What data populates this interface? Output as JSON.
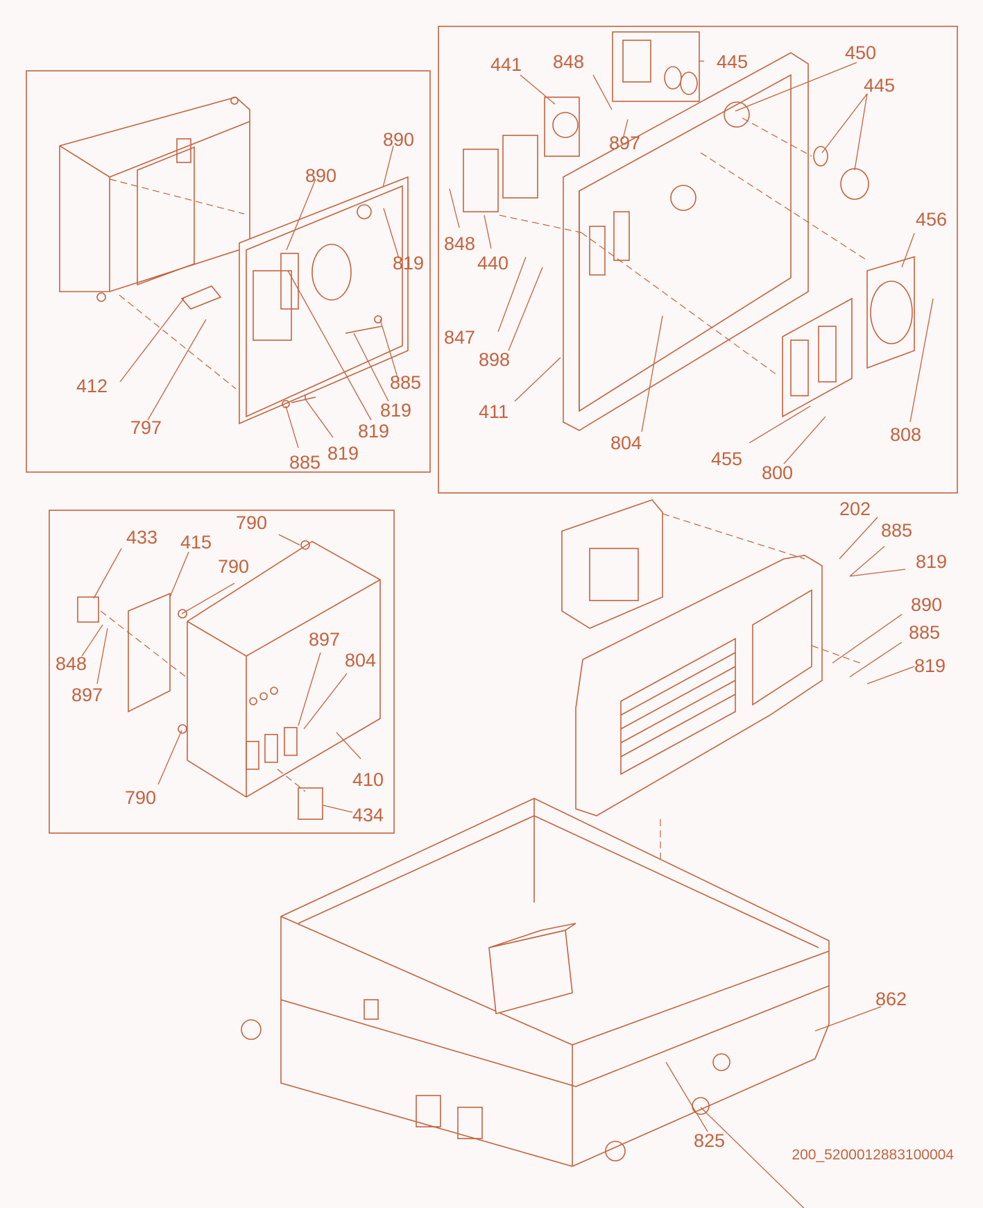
{
  "diagram": {
    "footer_code": "200_5200012883100004",
    "colors": {
      "line": "#c5623f",
      "background": "#fbf8f7"
    },
    "callouts": {
      "tl": [
        "890",
        "890",
        "819",
        "819",
        "885",
        "819",
        "885",
        "819",
        "412",
        "797"
      ],
      "tr": [
        "441",
        "848",
        "445",
        "450",
        "445",
        "897",
        "848",
        "440",
        "847",
        "898",
        "411",
        "456",
        "804",
        "808",
        "455",
        "800"
      ],
      "ml": [
        "433",
        "415",
        "790",
        "790",
        "848",
        "897",
        "897",
        "804",
        "410",
        "790",
        "434"
      ],
      "br": [
        "202",
        "885",
        "819",
        "890",
        "885",
        "819",
        "862",
        "825"
      ]
    }
  }
}
